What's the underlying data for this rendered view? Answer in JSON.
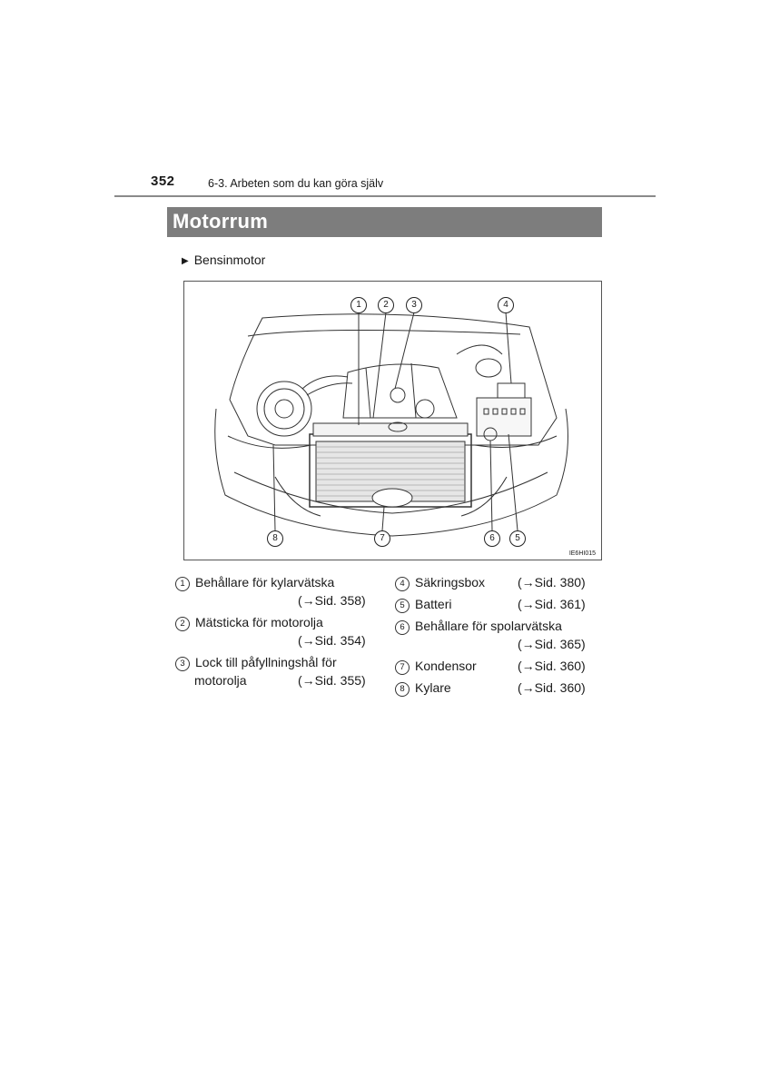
{
  "header": {
    "page_number": "352",
    "breadcrumb": "6-3. Arbeten som du kan göra själv"
  },
  "section": {
    "title": "Motorrum",
    "subheading": "Bensinmotor"
  },
  "figure": {
    "figure_id": "IE6HI015",
    "callouts": [
      "1",
      "2",
      "3",
      "4",
      "5",
      "6",
      "7",
      "8"
    ]
  },
  "legend": {
    "items": [
      {
        "num": "1",
        "lines": [
          "Behållare för kylarvätska"
        ],
        "ref": "(→Sid. 358)"
      },
      {
        "num": "2",
        "lines": [
          "Mätsticka för motorolja"
        ],
        "ref": "(→Sid. 354)"
      },
      {
        "num": "3",
        "lines": [
          "Lock till påfyllningshål för",
          "motorolja"
        ],
        "ref": "(→Sid. 355)"
      },
      {
        "num": "4",
        "lines": [
          "Säkringsbox"
        ],
        "ref": "(→Sid. 380)"
      },
      {
        "num": "5",
        "lines": [
          "Batteri"
        ],
        "ref": "(→Sid. 361)"
      },
      {
        "num": "6",
        "lines": [
          "Behållare för spolarvätska"
        ],
        "ref": "(→Sid. 365)"
      },
      {
        "num": "7",
        "lines": [
          "Kondensor"
        ],
        "ref": "(→Sid. 360)"
      },
      {
        "num": "8",
        "lines": [
          "Kylare"
        ],
        "ref": "(→Sid. 360)"
      }
    ]
  },
  "icons": {
    "subheading_marker": "triangle-right-icon"
  }
}
